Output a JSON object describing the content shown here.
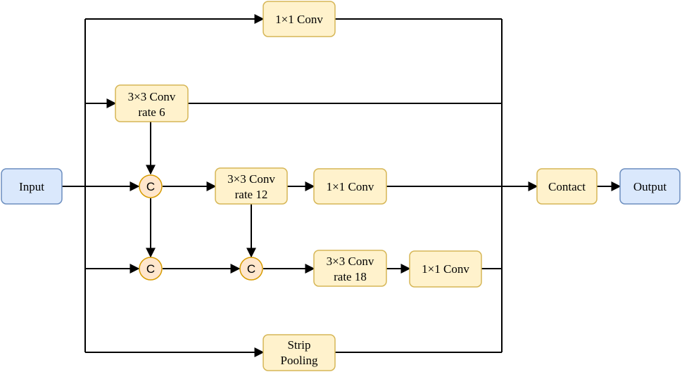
{
  "nodes": {
    "input": "Input",
    "conv1x1_top": "1×1 Conv",
    "conv3x3_rate6": [
      "3×3 Conv",
      "rate 6"
    ],
    "concat_1": "C",
    "conv3x3_rate12": [
      "3×3 Conv",
      "rate 12"
    ],
    "conv1x1_mid": "1×1 Conv",
    "concat_2": "C",
    "concat_3": "C",
    "conv3x3_rate18": [
      "3×3 Conv",
      "rate 18"
    ],
    "conv1x1_low": "1×1 Conv",
    "strip_pooling": [
      "Strip",
      "Pooling"
    ],
    "contact": "Contact",
    "output": "Output"
  },
  "colors": {
    "io_fill": "#dae8fc",
    "io_stroke": "#6c8ebf",
    "op_fill": "#fff2cc",
    "op_stroke": "#d6b656",
    "concat_fill": "#ffe6cc",
    "concat_stroke": "#d79b00",
    "edge": "#000000"
  }
}
